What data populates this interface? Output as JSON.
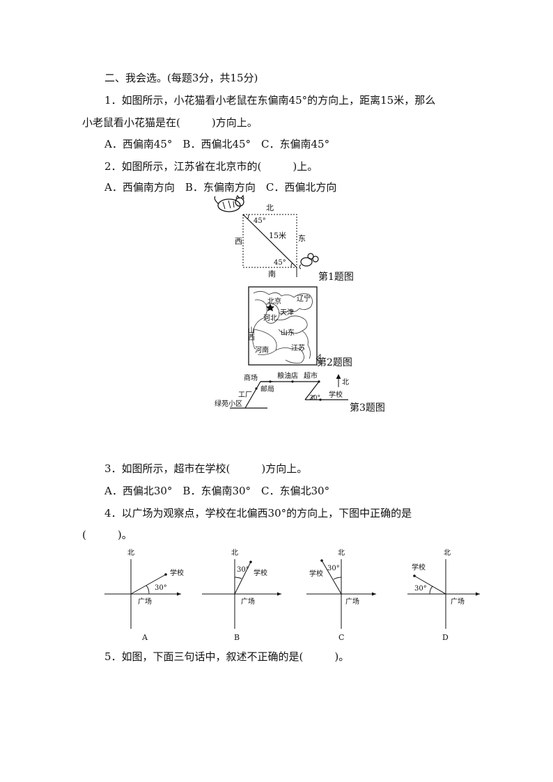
{
  "section_title": "二、我会选。(每题3分，共15分)",
  "q1": {
    "line1": "1．如图所示，小花猫看小老鼠在东偏南45°的方向上，距离15米，那么",
    "line2": "小老鼠看小花猫是在(　　　)方向上。",
    "options": "A．西偏南45°　B．西偏北45°　C．东偏南45°"
  },
  "q2": {
    "stem": "2．如图所示，江苏省在北京市的(　　　)上。",
    "options": "A．西偏南方向　B．东偏南方向　C．西偏北方向"
  },
  "fig1": {
    "north": "北",
    "south": "南",
    "west": "西",
    "east": "东",
    "angle_top": "45°",
    "angle_bottom": "45°",
    "distance": "15米",
    "caption": "第1题图"
  },
  "fig2": {
    "labels": [
      "北京",
      "辽宁",
      "天津",
      "河北",
      "山西",
      "山东",
      "河南",
      "江苏"
    ],
    "caption": "第2题图"
  },
  "fig3": {
    "mall": "商场",
    "grain_store": "粮油店",
    "supermarket": "超市",
    "post_office": "邮局",
    "factory": "工厂",
    "community": "绿苑小区",
    "school": "学校",
    "angle": "30°",
    "north": "北",
    "caption": "第3题图"
  },
  "q3": {
    "stem": "3．如图所示，超市在学校(　　　)方向上。",
    "options": "A．西偏北30°　B．东偏南30°　C．东偏北30°"
  },
  "q4": {
    "line1": "4．以广场为观察点，学校在北偏西30°的方向上，下图中正确的是",
    "line2": "(　　　)。"
  },
  "q4_figs": [
    {
      "letter": "A",
      "north": "北",
      "school": "学校",
      "square": "广场",
      "angle": "30°"
    },
    {
      "letter": "B",
      "north": "北",
      "school": "学校",
      "square": "广场",
      "angle": "30°"
    },
    {
      "letter": "C",
      "north": "北",
      "school": "学校",
      "square": "广场",
      "angle": "30°"
    },
    {
      "letter": "D",
      "north": "北",
      "school": "学校",
      "square": "广场",
      "angle": "30°"
    }
  ],
  "q5": {
    "stem": "5．如图，下面三句话中，叙述不正确的是(　　　)。"
  }
}
